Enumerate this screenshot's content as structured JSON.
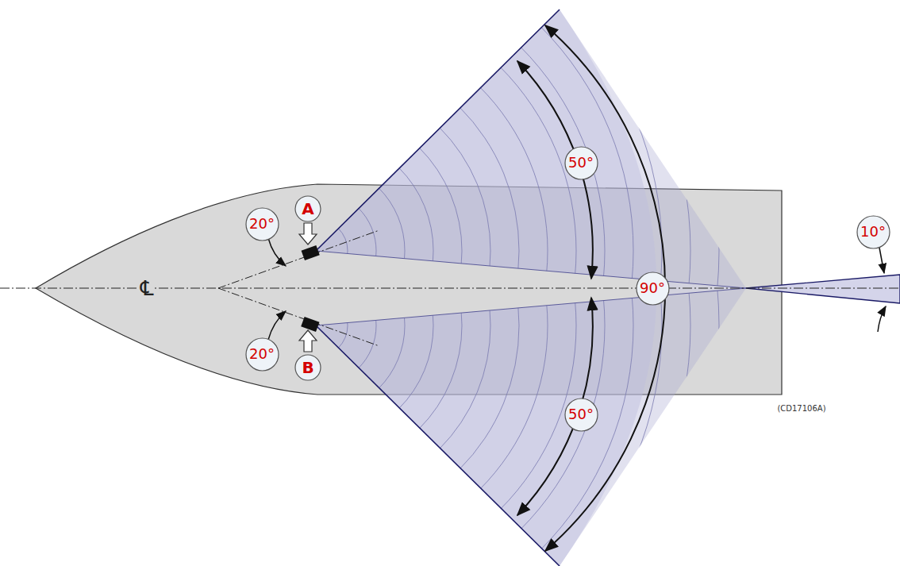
{
  "diagram": {
    "nodes": [
      {
        "text": [
          "50°"
        ]
      },
      {
        "text": [
          "A"
        ]
      },
      {
        "text": [
          "20°"
        ]
      },
      {
        "text": [
          "10°"
        ]
      },
      {
        "text": [
          "90°"
        ]
      },
      {
        "text": [
          "20°"
        ]
      },
      {
        "text": [
          "B"
        ]
      },
      {
        "text": [
          "50°"
        ]
      }
    ],
    "labels": [
      "℄",
      "(CD17106A)"
    ]
  }
}
